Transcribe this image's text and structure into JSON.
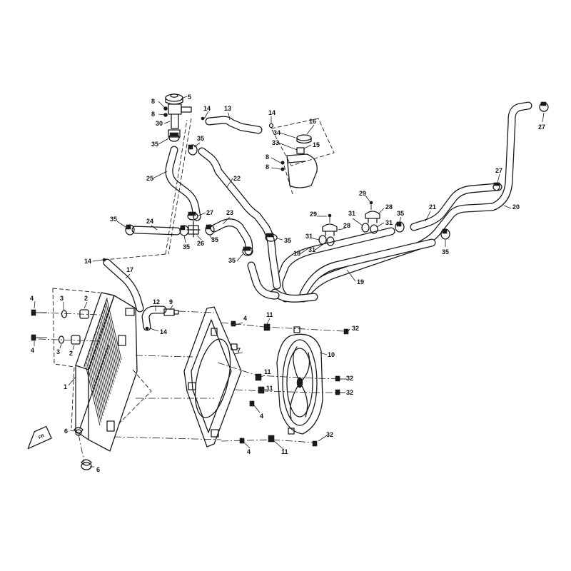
{
  "diagram": {
    "type": "exploded parts diagram",
    "subject": "radiator and coolant hose assembly",
    "callouts": [
      "1",
      "2",
      "3",
      "4",
      "5",
      "6",
      "7",
      "8",
      "9",
      "10",
      "11",
      "12",
      "13",
      "14",
      "15",
      "16",
      "17",
      "18",
      "19",
      "20",
      "21",
      "22",
      "23",
      "24",
      "25",
      "26",
      "27",
      "28",
      "29",
      "30",
      "31",
      "32",
      "33",
      "34",
      "35"
    ],
    "orientation_arrow_text": "FR"
  }
}
